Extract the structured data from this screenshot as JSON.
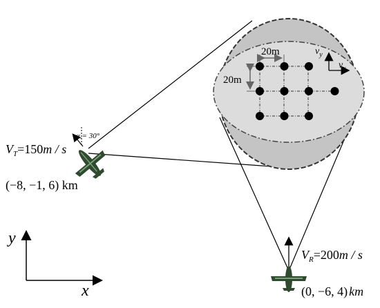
{
  "target": {
    "velocity_symbol": "V",
    "velocity_subscript": "T",
    "velocity_value": "=150",
    "velocity_unit": "m / s",
    "angle_label": "α = 30°",
    "position": "(−8, −1, 6) km",
    "position_unit": "km"
  },
  "radar": {
    "velocity_symbol": "V",
    "velocity_subscript": "R",
    "velocity_value": "=200",
    "velocity_unit": "m / s",
    "position": "(0, −6, 4)",
    "position_unit": "km"
  },
  "zoom_inset": {
    "grid_spacing_x": "20m",
    "grid_spacing_y": "20m",
    "axis_vy": "v",
    "axis_vy_sub": "y",
    "axis_vx": "v",
    "axis_vx_sub": "x",
    "grid_rows": 3,
    "grid_cols": 3,
    "extra_points": 1
  },
  "ground_axes": {
    "x_label": "x",
    "y_label": "y"
  },
  "colors": {
    "ellipse_fill": "#c8c8c8",
    "inner_fill": "#dcdcdc",
    "scatterer": "#000000",
    "aircraft_body": "#2f4a2f",
    "aircraft_stripe": "#7aa07a"
  }
}
